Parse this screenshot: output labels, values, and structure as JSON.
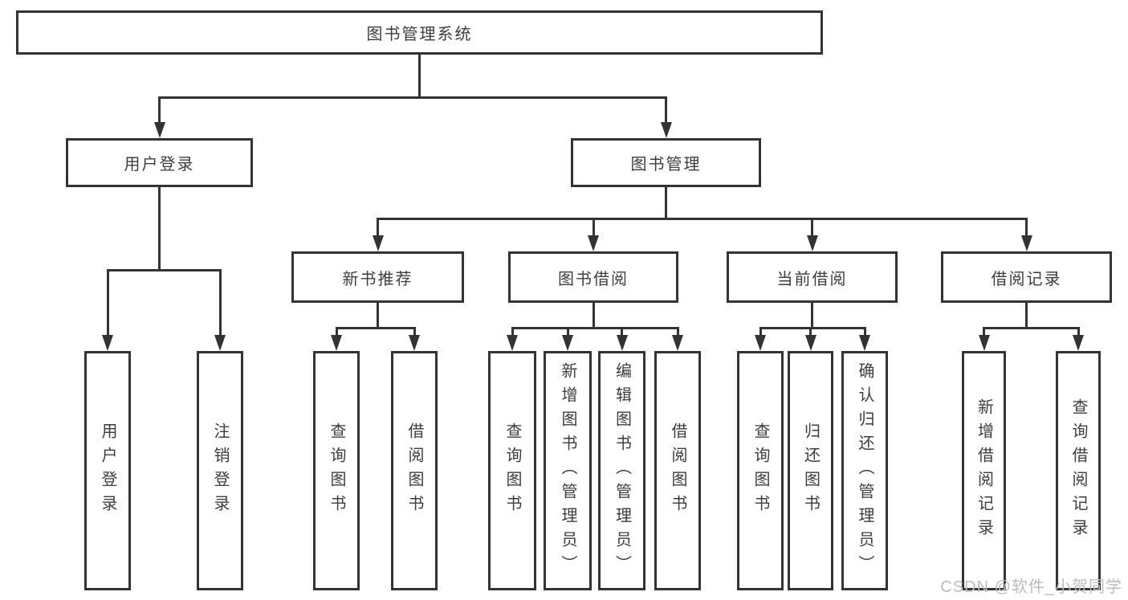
{
  "diagram": {
    "type": "hierarchy-tree",
    "title": "图书管理系统"
  },
  "colors": {
    "line": "#333333",
    "box_border": "#333333",
    "box_fill": "#ffffff",
    "text": "#3d3d3d",
    "watermark": "#bcbcbc"
  },
  "watermark": "CSDN @软件_小贺同学",
  "tree": {
    "root": {
      "label": "图书管理系统"
    },
    "branches": [
      {
        "label": "用户登录",
        "children": [
          {
            "label": "用户登录"
          },
          {
            "label": "注销登录"
          }
        ]
      },
      {
        "label": "图书管理",
        "children": [
          {
            "label": "新书推荐",
            "children": [
              {
                "label": "查询图书"
              },
              {
                "label": "借阅图书"
              }
            ]
          },
          {
            "label": "图书借阅",
            "children": [
              {
                "label": "查询图书"
              },
              {
                "label": "新增图书（管理员）"
              },
              {
                "label": "编辑图书（管理员）"
              },
              {
                "label": "借阅图书"
              }
            ]
          },
          {
            "label": "当前借阅",
            "children": [
              {
                "label": "查询图书"
              },
              {
                "label": "归还图书"
              },
              {
                "label": "确认归还（管理员）"
              }
            ]
          },
          {
            "label": "借阅记录",
            "children": [
              {
                "label": "新增借阅记录"
              },
              {
                "label": "查询借阅记录"
              }
            ]
          }
        ]
      }
    ]
  }
}
